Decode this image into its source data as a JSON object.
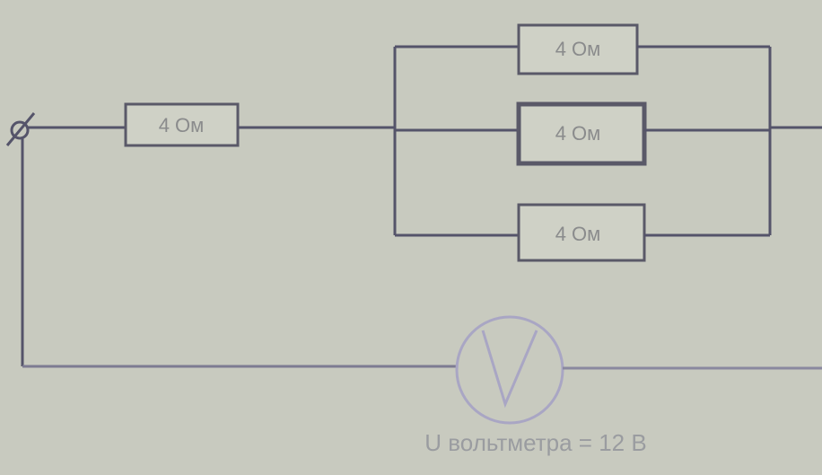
{
  "resistors": [
    {
      "id": "r1",
      "label": "4 Ом"
    },
    {
      "id": "r2",
      "label": "4 Ом"
    },
    {
      "id": "r3",
      "label": "4 Ом"
    },
    {
      "id": "r4",
      "label": "4 Ом"
    }
  ],
  "voltmeter": {
    "symbol": "V",
    "caption": "U вольтметра = 12 В"
  },
  "colors": {
    "background": "#c8cabf",
    "wire": "#55546a",
    "voltmeter": "#a9a6c4"
  }
}
